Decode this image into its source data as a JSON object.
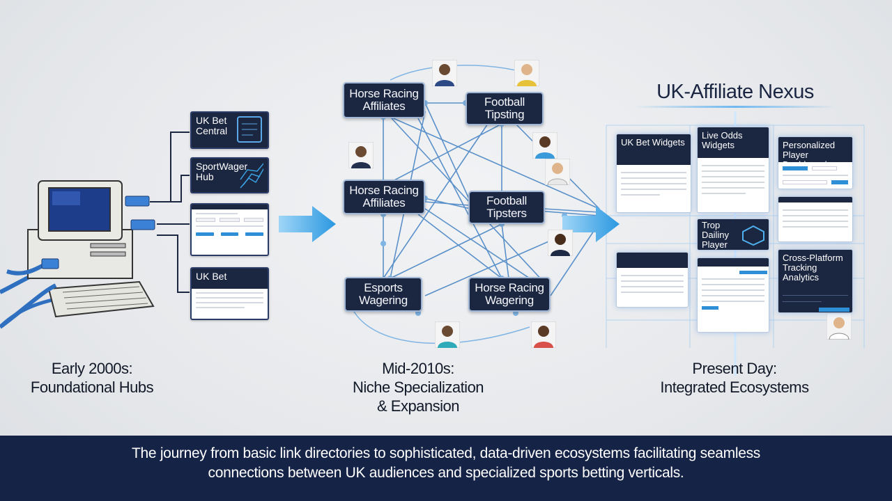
{
  "eras": {
    "early": {
      "line1": "Early 2000s:",
      "line2": "Foundational Hubs"
    },
    "mid": {
      "line1": "Mid-2010s:",
      "line2": "Niche Specialization",
      "line3": "& Expansion"
    },
    "present": {
      "line1": "Present Day:",
      "line2": "Integrated Ecosystems"
    }
  },
  "early_panels": {
    "p1": "UK Bet Central",
    "p2": "SportWager Hub",
    "p4": "UK Bet"
  },
  "network_nodes": {
    "n1": [
      "Horse Racing",
      "Affiliates"
    ],
    "n2": [
      "Football",
      "Tipsting"
    ],
    "n3": [
      "Horse Racing",
      "Affiliates"
    ],
    "n4": [
      "Football",
      "Tipsters"
    ],
    "n5": [
      "Esports",
      "Wagering"
    ],
    "n6": [
      "Horse Racing",
      "Wagering"
    ]
  },
  "nexus": {
    "title": "UK-Affiliate Nexus",
    "cards": {
      "c1": "UK Bet Widgets",
      "c2": "Live Odds Widgets",
      "c3": "Personalized Player Dashboard",
      "c4": "Trop Dailiny Player",
      "c5": "Cross-Platform Tracking Analytics"
    }
  },
  "footer": {
    "line1": "The journey from basic link directories to sophisticated, data-driven ecosystems facilitating seamless",
    "line2": "connections between UK audiences and specialized sports betting verticals."
  },
  "colors": {
    "navy": "#1b2641",
    "accent_blue": "#2e8fd6",
    "glow": "#7fc4f5",
    "footer_bg": "#152347"
  }
}
